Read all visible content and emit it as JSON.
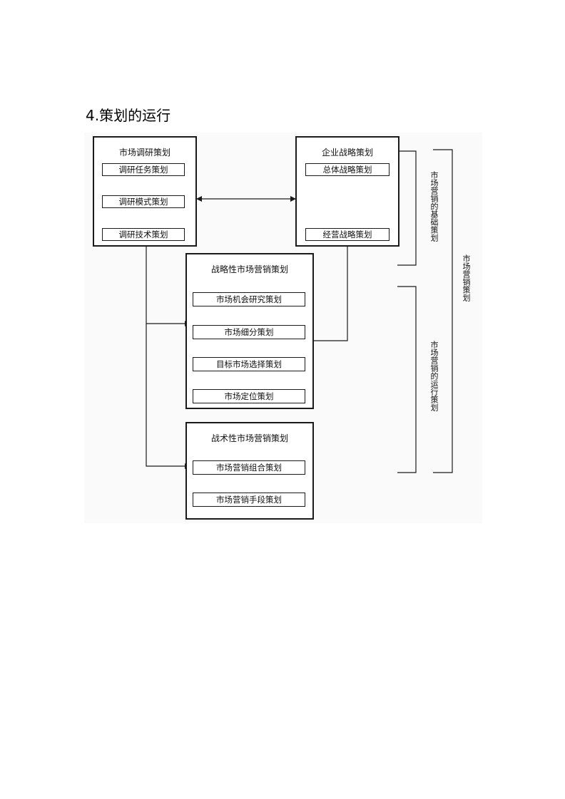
{
  "heading": "4.策划的运行",
  "boxes": {
    "research": {
      "title": "市场调研策划",
      "items": [
        "调研任务策划",
        "调研模式策划",
        "调研技术策划"
      ]
    },
    "corporate": {
      "title": "企业战略策划",
      "items": [
        "总体战略策划",
        "经营战略策划"
      ]
    },
    "strategic": {
      "title": "战略性市场营销策划",
      "items": [
        "市场机会研究策划",
        "市场细分策划",
        "目标市场选择策划",
        "市场定位策划"
      ]
    },
    "tactical": {
      "title": "战术性市场营销策划",
      "items": [
        "市场营销组合策划",
        "市场营销手段策划"
      ]
    }
  },
  "brackets": {
    "basic": "市场营销的基础策划",
    "operation": "市场营销的运行策划",
    "overall": "市场营销策划"
  }
}
